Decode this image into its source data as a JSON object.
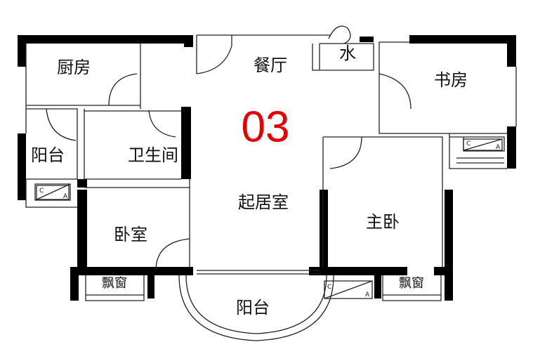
{
  "plan_number": "03",
  "accent_color": "#e60000",
  "rooms": {
    "kitchen": "厨房",
    "dining": "餐厅",
    "water": "水",
    "study": "书房",
    "balcony_small": "阳台",
    "bathroom": "卫生间",
    "living": "起居室",
    "master_bedroom": "主卧",
    "bedroom": "卧室",
    "bay_window_left": "飘窗",
    "bay_window_right": "飘窗",
    "balcony_main": "阳台"
  },
  "ac_unit": {
    "left_mark": "C",
    "right_mark": "A"
  }
}
